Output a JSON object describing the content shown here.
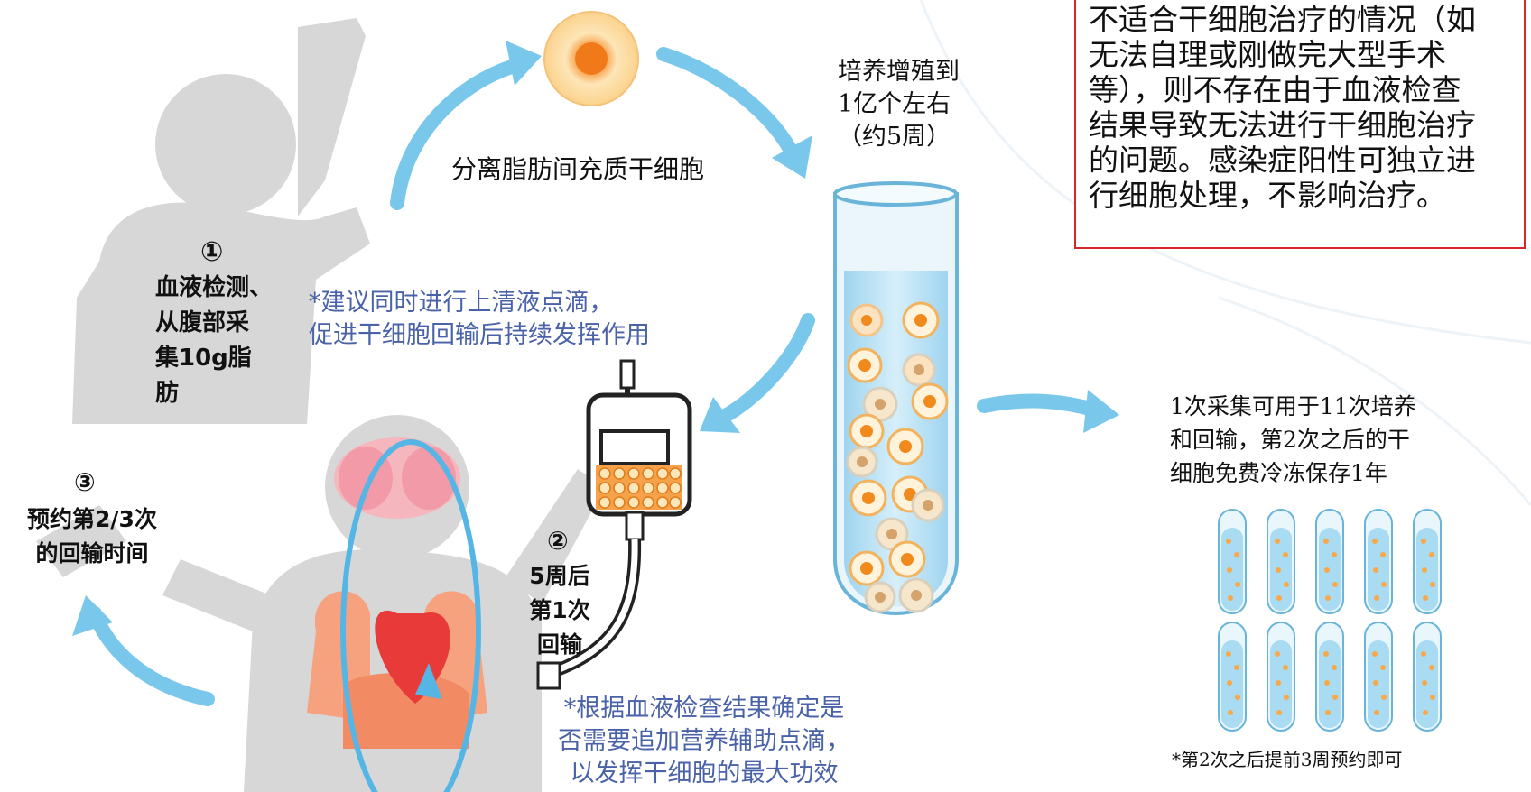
{
  "colors": {
    "arrow": "#79c8ec",
    "silhouette": "#d7d7d7",
    "note_border": "#d9262a",
    "blue_note": "#4a62a8",
    "tube_liquid": "#bfe2f4",
    "cell_orange": "#f08a1c"
  },
  "labels": {
    "separate": "分离脂肪间充质干细胞",
    "culture": "培养增殖到\n1亿个左右\n（约5周）",
    "step1_num": "①",
    "step1_text": "血液检测、\n从腹部采\n集10g脂\n肪",
    "supernatant_note": "*建议同时进行上清液点滴，\n促进干细胞回输后持续发挥作用",
    "step2_num": "②",
    "step2_text": "5周后\n第1次\n回输",
    "blood_test_note": "*根据血液检查结果确定是\n否需要追加营养辅助点滴，\n以发挥干细胞的最大功效",
    "step3_num": "③",
    "step3_text": "预约第2/3次\n的回输时间",
    "storage": "1次采集可用于11次培养\n和回输，第2次之后的干\n细胞免费冷冻保存1年",
    "reserve_note": "*第2次之后提前3周预约即可",
    "red_note": "不适合干细胞治疗的情况（如\n无法自理或刚做完大型手术\n等），则不存在由于血液检查\n结果导致无法进行干细胞治疗\n的问题。感染症阳性可独立进\n行细胞处理，不影响治疗。"
  },
  "small_tubes_count": 10
}
